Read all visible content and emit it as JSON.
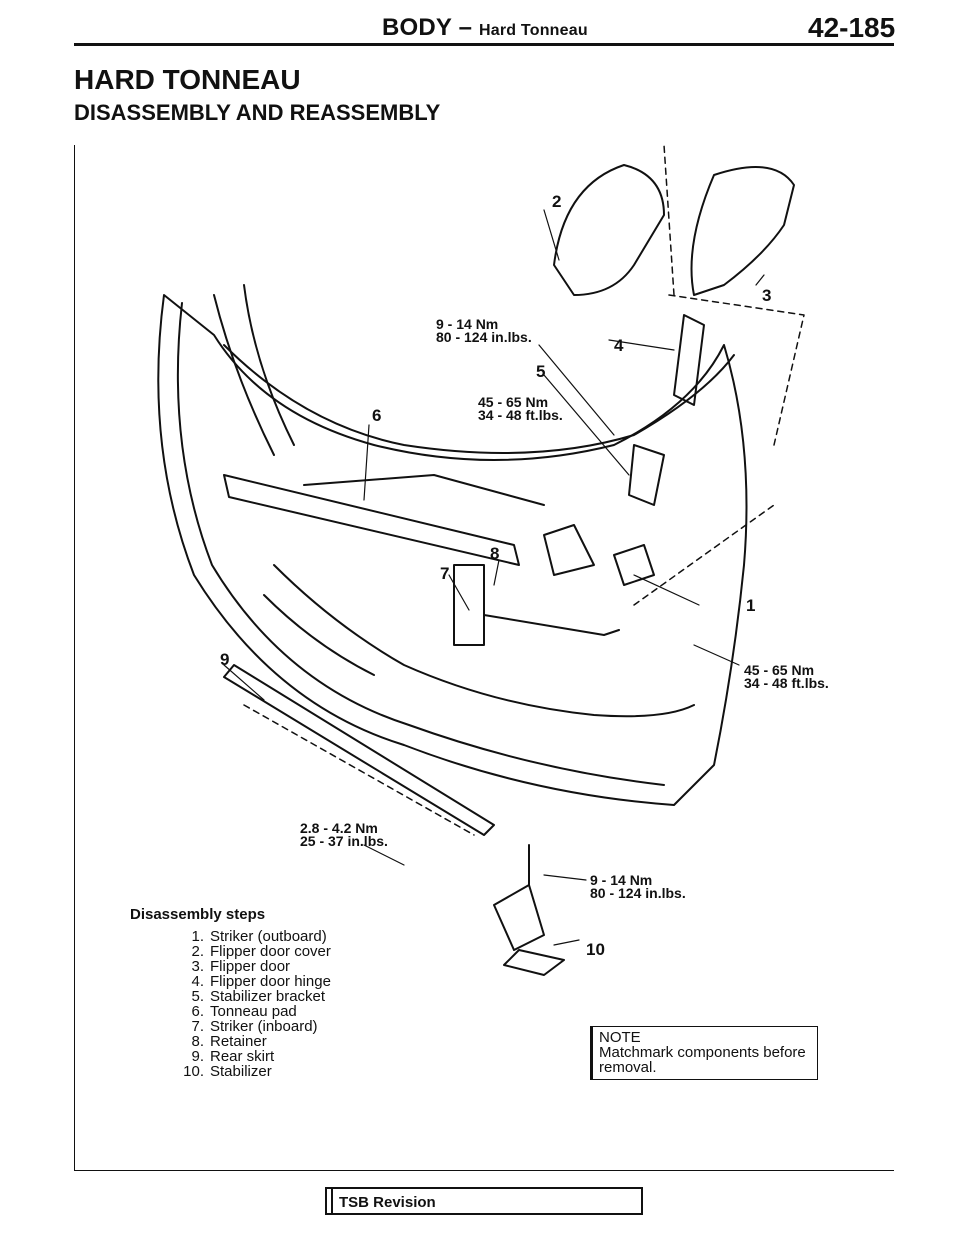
{
  "header": {
    "section": "BODY",
    "dash": "–",
    "subsection": "Hard Tonneau",
    "page_number": "42-185"
  },
  "title": "HARD TONNEAU",
  "subtitle": "DISASSEMBLY AND REASSEMBLY",
  "torque_specs": [
    {
      "nm": "9 - 14 Nm",
      "alt": "80 - 124 in.lbs."
    },
    {
      "nm": "45 - 65 Nm",
      "alt": "34 - 48 ft.lbs."
    },
    {
      "nm": "45 - 65 Nm",
      "alt": "34 - 48 ft.lbs."
    },
    {
      "nm": "2.8 - 4.2 Nm",
      "alt": "25 - 37 in.lbs."
    },
    {
      "nm": "9 - 14 Nm",
      "alt": "80 - 124 in.lbs."
    }
  ],
  "callouts": [
    "1",
    "2",
    "3",
    "4",
    "5",
    "6",
    "7",
    "8",
    "9",
    "10"
  ],
  "steps_title": "Disassembly steps",
  "steps": [
    {
      "num": "1.",
      "text": "Striker (outboard)"
    },
    {
      "num": "2.",
      "text": "Flipper door cover"
    },
    {
      "num": "3.",
      "text": "Flipper door"
    },
    {
      "num": "4.",
      "text": "Flipper door hinge"
    },
    {
      "num": "5.",
      "text": "Stabilizer bracket"
    },
    {
      "num": "6.",
      "text": "Tonneau pad"
    },
    {
      "num": "7.",
      "text": "Striker (inboard)"
    },
    {
      "num": "8.",
      "text": "Retainer"
    },
    {
      "num": "9.",
      "text": "Rear skirt"
    },
    {
      "num": "10.",
      "text": "Stabilizer"
    }
  ],
  "note": {
    "heading": "NOTE",
    "text": "Matchmark components before removal."
  },
  "footer": {
    "tsb_label": "TSB Revision"
  }
}
